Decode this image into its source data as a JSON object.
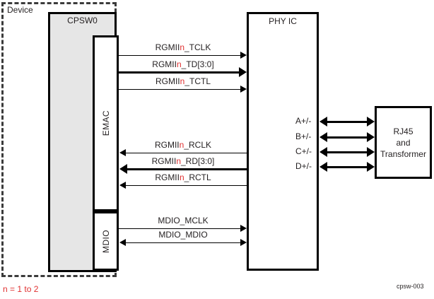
{
  "diagram": {
    "figure_id": "cpsw-003",
    "footnote": "n = 1 to 2",
    "device_label": "Device",
    "colors": {
      "accent_red": "#e03030",
      "block_fill": "#e6e6e6",
      "line": "#000000",
      "boundary": "#3b3b3b"
    }
  },
  "blocks": {
    "cpsw": {
      "label": "CPSW0"
    },
    "emac": {
      "label": "EMAC"
    },
    "mdio": {
      "label": "MDIO"
    },
    "phy": {
      "label": "PHY IC"
    },
    "rj45": {
      "label_line1": "RJ45",
      "label_line2": "and",
      "label_line3": "Transformer"
    }
  },
  "signals": [
    {
      "prefix": "RGMII",
      "variable": "n",
      "suffix": "_TCLK",
      "full": "RGMIIn_TCLK",
      "direction": "right",
      "width": "thin",
      "bus": false
    },
    {
      "prefix": "RGMII",
      "variable": "n",
      "suffix": "_TD[3:0]",
      "full": "RGMIIn_TD[3:0]",
      "direction": "right",
      "width": "thick",
      "bus": true
    },
    {
      "prefix": "RGMII",
      "variable": "n",
      "suffix": "_TCTL",
      "full": "RGMIIn_TCTL",
      "direction": "right",
      "width": "thin",
      "bus": false
    },
    {
      "prefix": "RGMII",
      "variable": "n",
      "suffix": "_RCLK",
      "full": "RGMIIn_RCLK",
      "direction": "left",
      "width": "thin",
      "bus": false
    },
    {
      "prefix": "RGMII",
      "variable": "n",
      "suffix": "_RD[3:0]",
      "full": "RGMIIn_RD[3:0]",
      "direction": "left",
      "width": "thick",
      "bus": true
    },
    {
      "prefix": "RGMII",
      "variable": "n",
      "suffix": "_RCTL",
      "full": "RGMIIn_RCTL",
      "direction": "left",
      "width": "thin",
      "bus": false
    },
    {
      "prefix": "MDIO_MCLK",
      "variable": "",
      "suffix": "",
      "full": "MDIO_MCLK",
      "direction": "right",
      "width": "thin",
      "bus": false
    },
    {
      "prefix": "MDIO_MDIO",
      "variable": "",
      "suffix": "",
      "full": "MDIO_MDIO",
      "direction": "both",
      "width": "thin",
      "bus": false
    }
  ],
  "media_pairs": [
    {
      "label": "A+/-"
    },
    {
      "label": "B+/-"
    },
    {
      "label": "C+/-"
    },
    {
      "label": "D+/-"
    }
  ]
}
